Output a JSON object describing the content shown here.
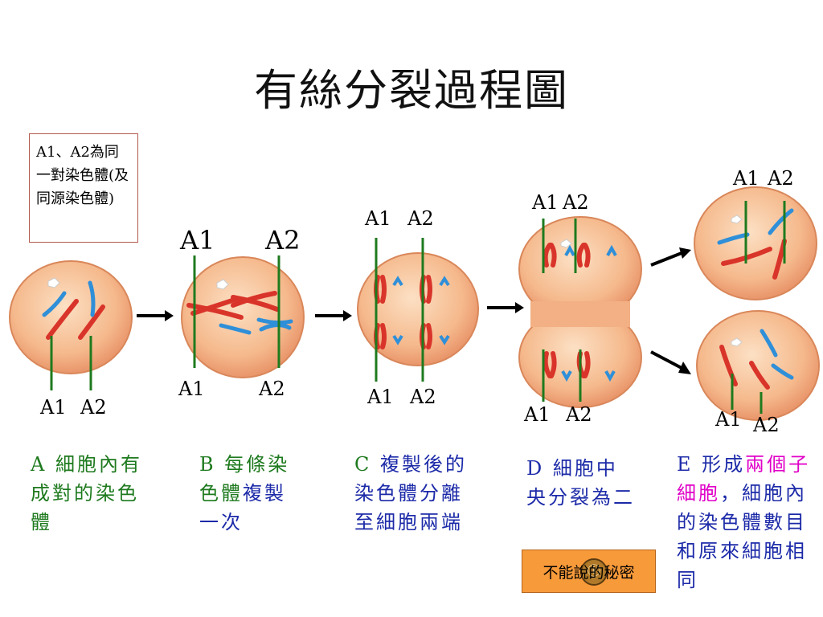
{
  "title": "有絲分裂過程圖",
  "note": "A1、A2為同一對染色體(及同源染色體)",
  "labels": {
    "A_top": [
      "",
      ""
    ],
    "A_bottom": [
      "A1",
      "A2"
    ],
    "B_top": [
      "A1",
      "A2"
    ],
    "B_bottom": [
      "A1",
      "A2"
    ],
    "C_top": [
      "A1",
      "A2"
    ],
    "C_bottom": [
      "A1",
      "A2"
    ],
    "D_top": [
      "A1",
      "A2"
    ],
    "D_bottom": [
      "A1",
      "A2"
    ],
    "E_top": [
      "A1",
      "A2"
    ],
    "E_bottom": [
      "A1",
      "A2"
    ]
  },
  "captions": {
    "A": {
      "prefix": "A",
      "text": "細胞內有成對的染色體"
    },
    "B": {
      "line1_green": "B 每條染",
      "line2_green": "色體",
      "line2_blue": "複製",
      "line3_blue": "一次"
    },
    "C": {
      "prefix": "C",
      "text": "複製後的染色體分離至細胞兩端"
    },
    "D": {
      "prefix": "D",
      "text": "細胞中央分裂為二"
    },
    "E": {
      "prefix": "E",
      "part1": "形成",
      "part2": "兩個子細胞",
      "part3": "，細胞內的染色體數目和原來細胞相同"
    }
  },
  "secret_button": "不能說的秘密",
  "colors": {
    "cell": "#f5b98c",
    "cell_edge": "#d9875a",
    "red_chromosome": "#d9342a",
    "blue_chromosome": "#2f8fd8",
    "pointer_line": "#1e7a1e",
    "caption_green": "#1e7a1e",
    "caption_blue": "#1c2aa8",
    "highlight": "#e000c8"
  }
}
